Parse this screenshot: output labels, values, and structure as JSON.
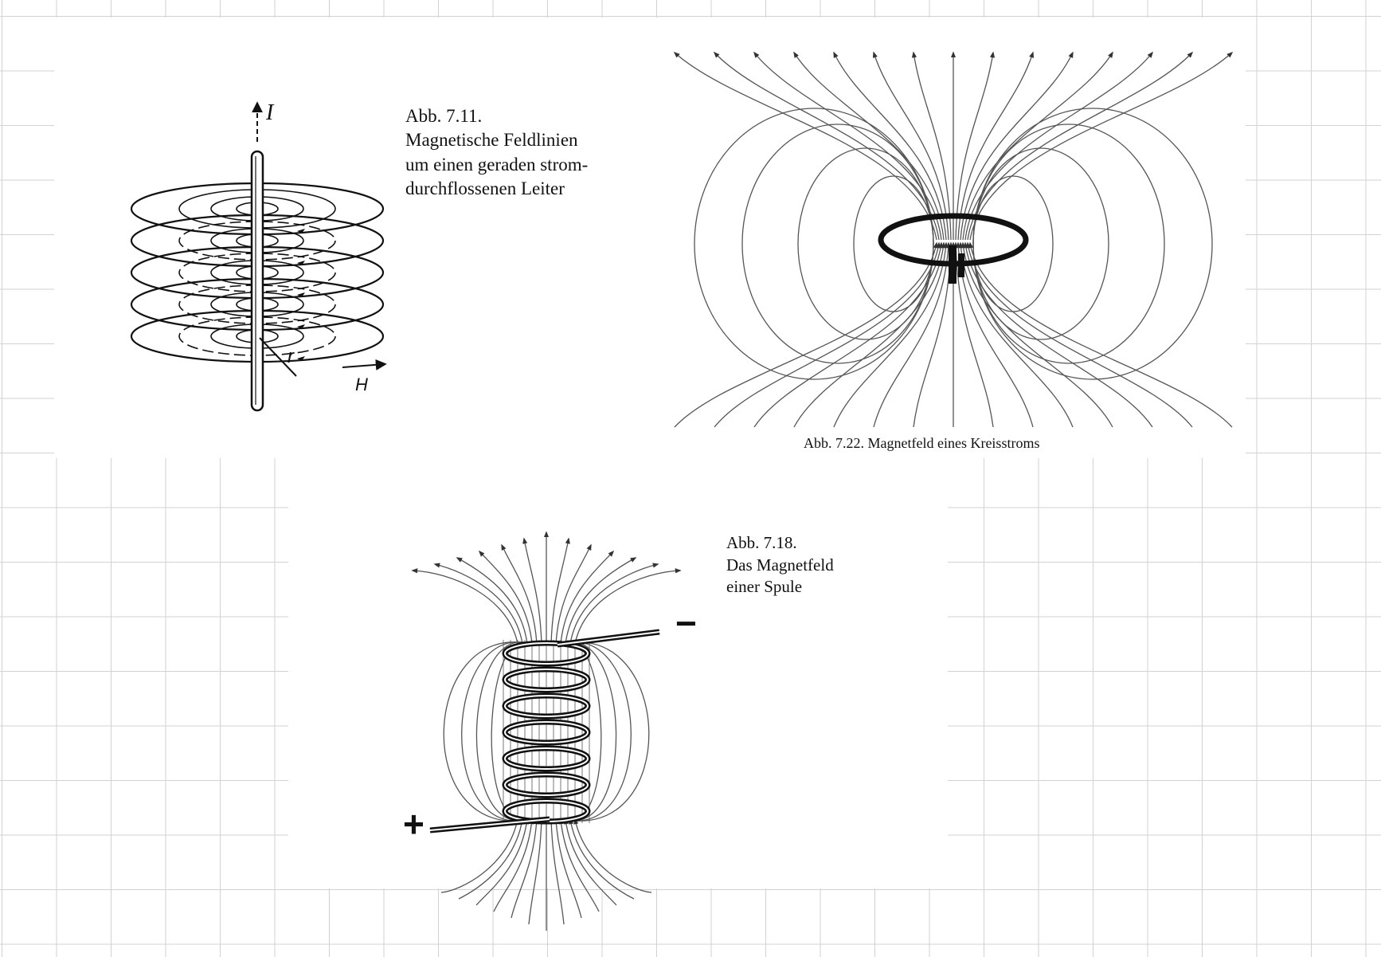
{
  "figures": [
    {
      "id": "fig-7-11",
      "caption_lines": [
        "Abb. 7.11.",
        "Magnetische Feldlinien",
        "um einen geraden strom-",
        "durchflossenen Leiter"
      ],
      "labels": {
        "current": "I",
        "radius": "r",
        "field": "H"
      }
    },
    {
      "id": "fig-7-22",
      "caption": "Abb. 7.22. Magnetfeld eines Kreisstroms"
    },
    {
      "id": "fig-7-18",
      "caption_lines": [
        "Abb. 7.18.",
        "Das Magnetfeld",
        "einer Spule"
      ],
      "labels": {
        "minus": "−",
        "plus": "+"
      }
    }
  ],
  "colors": {
    "ink": "#111111",
    "grid": "#d2d2d2",
    "field_line": "#555555"
  }
}
